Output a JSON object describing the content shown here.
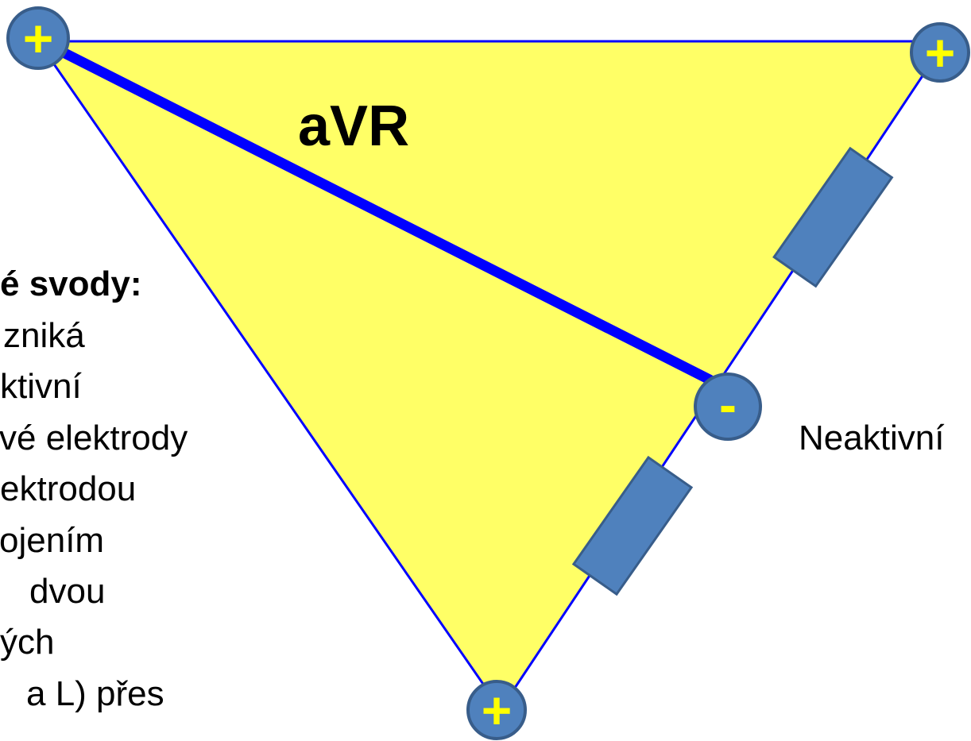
{
  "diagram": {
    "lead_label": "aVR",
    "electrodes": {
      "top_left_sign": "+",
      "top_right_sign": "+",
      "bottom_sign": "+",
      "midpoint_sign": "-"
    },
    "left_text": {
      "heading": "é svody:",
      "lines": [
        "zniká",
        "ktivní",
        "vé elektrody",
        "ektrodou",
        "ojením",
        "dvou",
        "ých",
        "a L) přes"
      ]
    },
    "right_label": "Neaktivní"
  },
  "colors": {
    "triangle_fill": "#FFFF66",
    "triangle_edge": "#0000FF",
    "lead_axis": "#0000FF",
    "electrode_fill": "#4F81BD",
    "electrode_stroke": "#385D8A",
    "resistor_fill": "#4F81BD",
    "resistor_stroke": "#385D8A",
    "sign_color": "#FFFF00"
  }
}
